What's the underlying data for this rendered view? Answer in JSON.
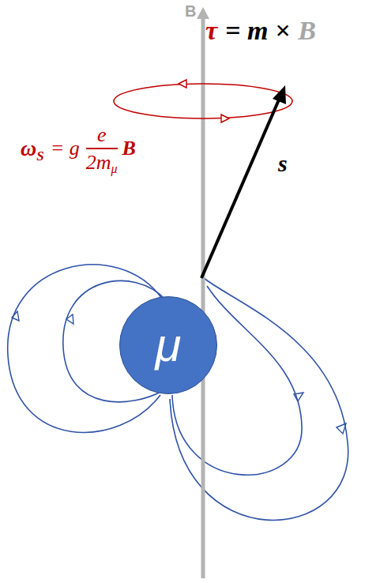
{
  "diagram": {
    "nodes": [
      {
        "text": [
          "μ"
        ]
      }
    ],
    "labels": [
      "B",
      "τ",
      "= m ×",
      "B",
      "ω",
      "S",
      "= g",
      "e",
      "2m",
      "μ",
      "B",
      "s"
    ]
  }
}
